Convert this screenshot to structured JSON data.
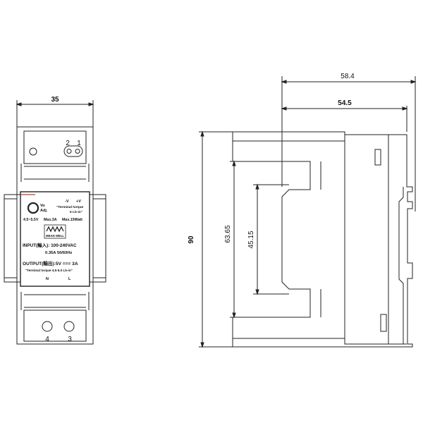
{
  "front_view": {
    "width_dim": "35",
    "top_terminals": [
      "2",
      "1"
    ],
    "bottom_terminals": [
      "4",
      "3"
    ],
    "label": {
      "vo_adj_1": "Vo",
      "vo_adj_2": "Adj.",
      "neg": "-V",
      "pos": "+V",
      "torque_1": "\"Terminal torque",
      "torque_2": "5 Lb-in\"",
      "spec_voltage": "4.5~5.5V",
      "spec_current": "Max.3A",
      "spec_power": "Max.15Watt",
      "brand": "MEAN WELL",
      "input_line": "INPUT(輸入): 100-240VAC",
      "input_rating": "0.35A  50/60Hz",
      "output_line": "OUTPUT(輸出):5V === 3A",
      "output_torque": "\"Terminal torque 4.5-5.0 Lb-in\"",
      "n": "N",
      "l": "L"
    }
  },
  "side_view": {
    "height_dim": "90",
    "inner_height_1": "63.65",
    "inner_height_2": "45.15",
    "depth_total": "58.4",
    "depth_body": "54.5"
  },
  "colors": {
    "line": "#222222",
    "label_bg": "#ffffff",
    "accent": "#c0392b"
  }
}
